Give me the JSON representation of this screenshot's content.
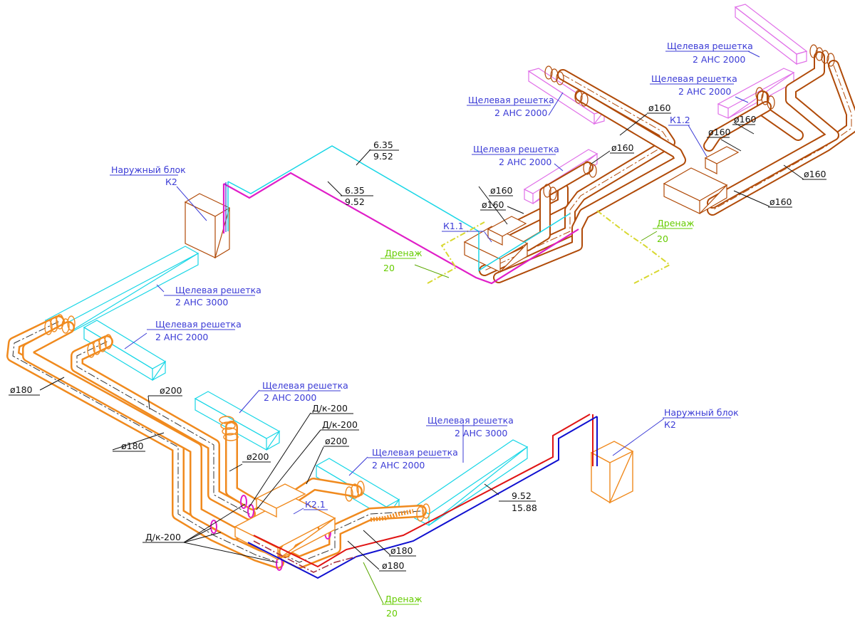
{
  "colors": {
    "duct_orange": "#f08a1e",
    "duct_brown": "#b04a08",
    "grille_cyan": "#18d6e6",
    "grille_pink": "#e070e8",
    "pipe_magenta": "#e01ec8",
    "pipe_red": "#e01414",
    "pipe_blue": "#1010d0",
    "drain_yellow": "#d8d830",
    "drain_red": "#a83040",
    "label_blue": "#3b3bd6",
    "label_green": "#66cc00"
  },
  "labels": {
    "grille_top_1_title": "Щелевая решетка",
    "grille_top_1_spec": "2 АНС 2000",
    "grille_top_2_title": "Щелевая решетка",
    "grille_top_2_spec": "2 АНС 2000",
    "grille_top_3_title": "Щелевая решетка",
    "grille_top_3_spec": "2 АНС 2000",
    "grille_top_4_title": "Щелевая решетка",
    "grille_top_4_spec": "2 АНС 2000",
    "outdoor_top_title": "Наружный блок",
    "outdoor_top_id": "К2",
    "pipe_top_1_a": "6.35",
    "pipe_top_1_b": "9.52",
    "pipe_top_2_a": "6.35",
    "pipe_top_2_b": "9.52",
    "unit_k11": "К1.1",
    "unit_k12": "К1.2",
    "drain_top_left_title": "Дренаж",
    "drain_top_left_size": "20",
    "drain_top_right_title": "Дренаж",
    "drain_top_right_size": "20",
    "d160_1": "ø160",
    "d160_2": "ø160",
    "d160_3": "ø160",
    "d160_4": "ø160",
    "d160_5": "ø160",
    "d160_6": "ø160",
    "d160_7": "ø160",
    "d160_8": "ø160",
    "grille_left_1_title": "Щелевая решетка",
    "grille_left_1_spec": "2 АНС 3000",
    "grille_left_2_title": "Щелевая решетка",
    "grille_left_2_spec": "2 АНС 2000",
    "grille_bot_1_title": "Щелевая решетка",
    "grille_bot_1_spec": "2 АНС 2000",
    "grille_bot_2_title": "Щелевая решетка",
    "grille_bot_2_spec": "2 АНС 2000",
    "grille_bot_3_title": "Щелевая решетка",
    "grille_bot_3_spec": "2 АНС 3000",
    "outdoor_bot_title": "Наружный блок",
    "outdoor_bot_id": "К2",
    "d180_1": "ø180",
    "d180_2": "ø180",
    "d180_3": "ø180",
    "d180_4": "ø180",
    "d200_1": "ø200",
    "d200_2": "ø200",
    "d200_3": "ø200",
    "damper_1": "Д/к-200",
    "damper_2": "Д/к-200",
    "damper_3": "Д/к-200",
    "unit_k21": "К2.1",
    "pipe_bot_a": "9.52",
    "pipe_bot_b": "15.88",
    "drain_bot_title": "Дренаж",
    "drain_bot_size": "20"
  }
}
